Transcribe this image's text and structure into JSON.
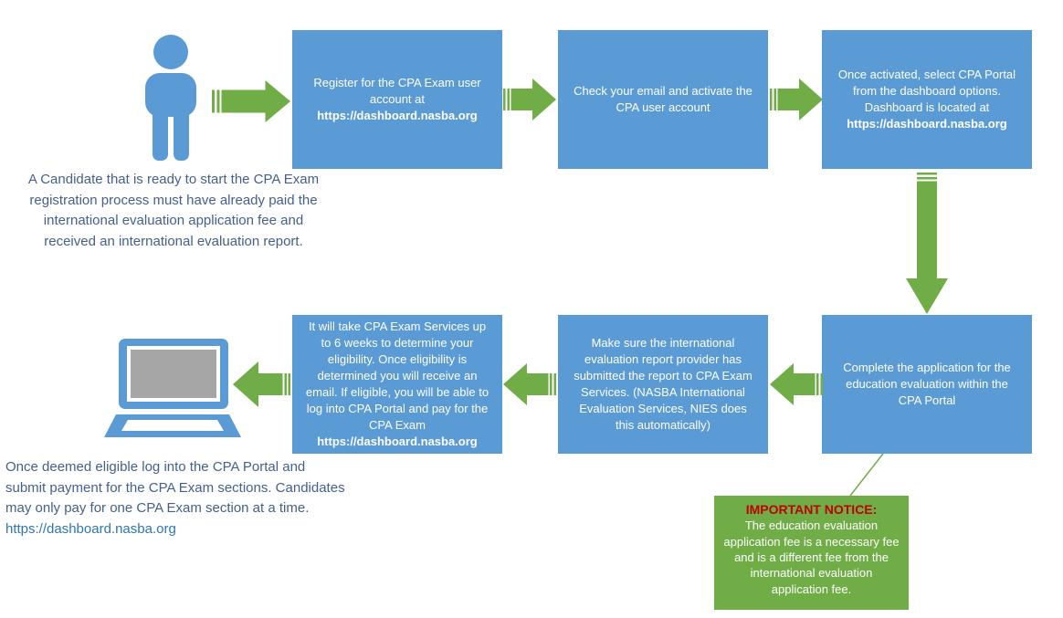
{
  "colors": {
    "blue": "#5B9BD5",
    "blue_border": "#549AD4",
    "green": "#70AD47",
    "red": "#C00000",
    "text": "#44608F",
    "link": "#2E75B6",
    "gray": "#A6A6A6"
  },
  "flow": {
    "steps": [
      {
        "id": "register",
        "text": "Register for the CPA Exam user account at",
        "url": "https://dashboard.nasba.org"
      },
      {
        "id": "activate",
        "text": "Check your email and activate the CPA user account"
      },
      {
        "id": "select-portal",
        "text": "Once activated, select CPA Portal from the dashboard options. Dashboard is located at ",
        "url": "https://dashboard.nasba.org"
      },
      {
        "id": "complete-application",
        "text": "Complete the application for the education evaluation within the CPA Portal"
      },
      {
        "id": "report-submitted",
        "text": "Make sure the international evaluation report provider has submitted the report to CPA Exam Services. (NASBA International Evaluation Services, NIES does this automatically)"
      },
      {
        "id": "eligibility",
        "text": "It will take CPA Exam Services up to 6 weeks to determine your eligibility. Once eligibility is determined you will receive an email. If eligible, you will be able to log into CPA Portal and pay for the CPA Exam",
        "url": "https://dashboard.nasba.org"
      }
    ]
  },
  "captions": {
    "candidate": "A Candidate that is ready to start the CPA Exam registration process must have already paid the international evaluation application fee and received an international evaluation report.",
    "payment_text": "Once deemed eligible log into the CPA Portal and submit payment for the CPA Exam sections. Candidates may only pay for one CPA Exam section at a time. ",
    "payment_link": "https://dashboard.nasba.org"
  },
  "notice": {
    "title": "IMPORTANT NOTICE:",
    "body": "The education evaluation application fee is a necessary fee and is a different fee from the international evaluation application fee."
  },
  "icons": {
    "person": "candidate-person-icon",
    "laptop": "laptop-icon",
    "arrows": "striped-flow-arrows"
  }
}
